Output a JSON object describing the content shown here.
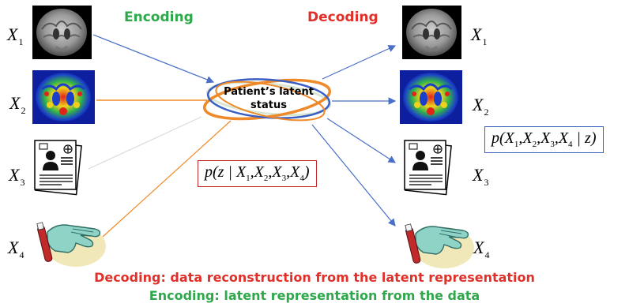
{
  "headings": {
    "encoding": "Encoding",
    "decoding": "Decoding"
  },
  "variables": {
    "x1": {
      "letter": "X",
      "index": "1"
    },
    "x2": {
      "letter": "X",
      "index": "2"
    },
    "x3": {
      "letter": "X",
      "index": "3"
    },
    "x4": {
      "letter": "X",
      "index": "4"
    }
  },
  "latent": {
    "line1": "Patient’s latent",
    "line2": "status"
  },
  "posterior": {
    "prefix": "p(z | X",
    "s1": "1",
    "c1": ",X",
    "s2": "2",
    "c2": ",X",
    "s3": "3",
    "c3": ",X",
    "s4": "4",
    "suffix": ")"
  },
  "likelihood": {
    "prefix": "p(X",
    "s1": "1",
    "c1": ",X",
    "s2": "2",
    "c2": ",X",
    "s3": "3",
    "c3": ",X",
    "s4": "4",
    "suffix": " | z)"
  },
  "captions": {
    "decoding": "Decoding: data reconstruction from the latent representation",
    "encoding": "Encoding: latent representation from the data"
  },
  "colors": {
    "encoding_green": "#2ea84a",
    "decoding_red": "#e0302a",
    "arrow_blue": "#4a6fc8",
    "arrow_orange": "#ef8a2a",
    "posterior_box": "#c0282a",
    "likelihood_box": "#3a64c0"
  },
  "icons": [
    "brain-mri-icon",
    "brain-pet-scan-icon",
    "clinical-record-icon",
    "blood-sample-hand-icon"
  ]
}
